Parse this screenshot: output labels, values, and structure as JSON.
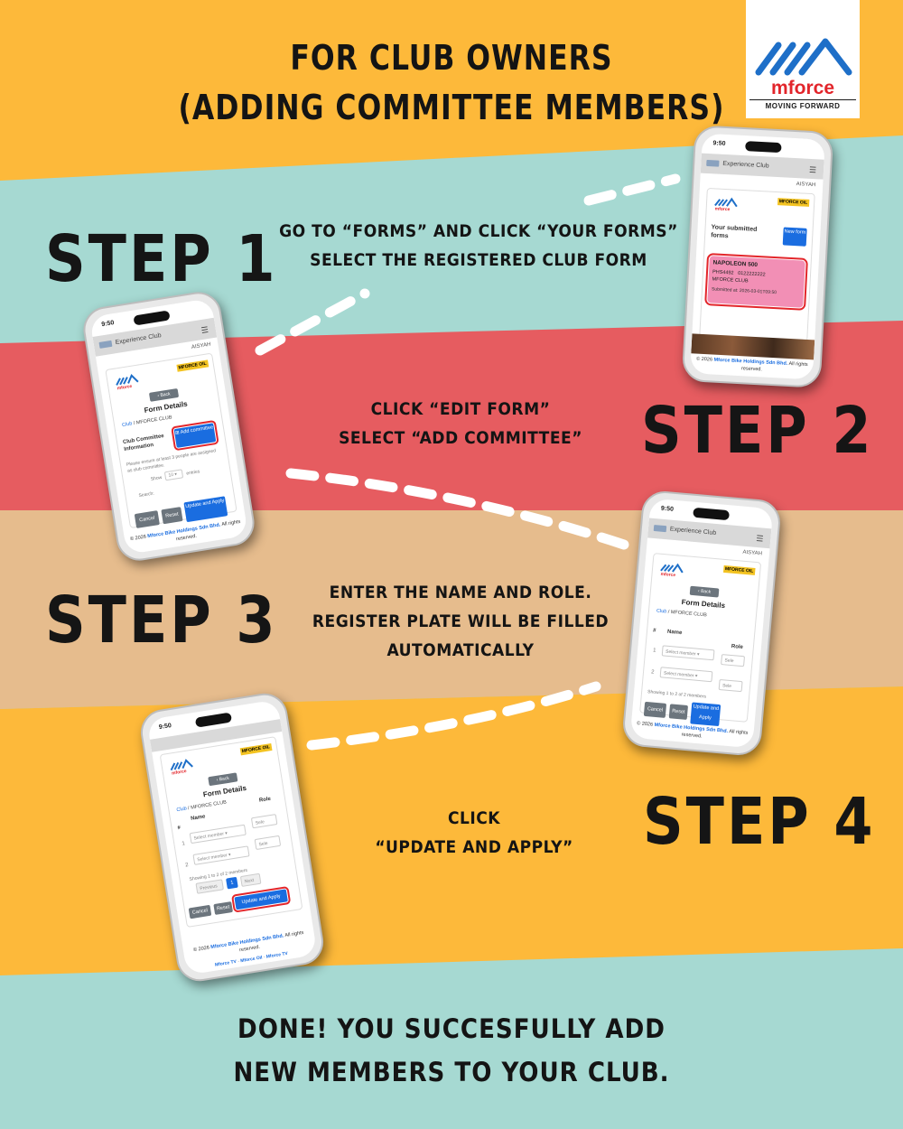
{
  "title": {
    "line1": "FOR CLUB OWNERS",
    "line2": "(ADDING COMMITTEE MEMBERS)"
  },
  "logo": {
    "brand": "mforce",
    "tagline": "MOVING FORWARD"
  },
  "steps": [
    {
      "label": "STEP 1",
      "instruction_line1": "GO TO “FORMS” AND CLICK “YOUR FORMS”",
      "instruction_line2": "SELECT THE REGISTERED CLUB FORM",
      "instruction_line3": ""
    },
    {
      "label": "STEP 2",
      "instruction_line1": "CLICK “EDIT FORM”",
      "instruction_line2": "SELECT “ADD COMMITTEE”",
      "instruction_line3": ""
    },
    {
      "label": "STEP 3",
      "instruction_line1": "ENTER THE NAME AND ROLE.",
      "instruction_line2": "REGISTER PLATE WILL BE FILLED",
      "instruction_line3": "AUTOMATICALLY"
    },
    {
      "label": "STEP 4",
      "instruction_line1": "CLICK",
      "instruction_line2": "“UPDATE AND APPLY”",
      "instruction_line3": ""
    }
  ],
  "done": {
    "line1": "DONE! YOU SUCCESFULLY ADD",
    "line2": "NEW MEMBERS TO YOUR CLUB."
  },
  "phone_common": {
    "time": "9:50",
    "nav_title": "Experience Club",
    "user": "AISYAH",
    "oil_logo": "MFORCE OIL",
    "back": "Back",
    "form_details": "Form Details",
    "crumb_link": "Club",
    "crumb_rest": " / MFORCE CLUB",
    "copyright_prefix": "© 2026 ",
    "copyright_company": "Mforce Bike Holdings Sdn Bhd.",
    "copyright_suffix": " All rights reserved."
  },
  "phone_forms": {
    "heading": "Your submitted forms",
    "new_form": "New form",
    "card_title": "NAPOLEON 500",
    "plate": "PHS4492",
    "phone": "0122222222",
    "club": "MFORCE CLUB",
    "submitted": "Submitted at: 2026-03-01T09:50"
  },
  "phone_committee": {
    "section_title": "Club Committee Information",
    "add_button": "Add committee",
    "note": "Please ensure at least 3 people are assigned as club committee.",
    "show": "Show",
    "entries_value": "10",
    "entries": "entries",
    "search": "Search:",
    "cancel": "Cancel",
    "reset": "Reset",
    "update": "Update and Apply"
  },
  "phone_members": {
    "col_hash": "#",
    "col_name": "Name",
    "col_role": "Role",
    "row1": "1",
    "row2": "2",
    "select_member": "Select member",
    "select_role": "Sele",
    "showing": "Showing 1 to 2 of 2 members",
    "previous": "Previous",
    "page": "1",
    "next": "Next",
    "cancel": "Cancel",
    "reset": "Reset",
    "update": "Update and Apply",
    "social1": "Mforce TV",
    "social2": "Mforce Oil",
    "social3": "Mforce TV"
  },
  "colors": {
    "yellow": "#FDB93A",
    "teal": "#A6D9D2",
    "red": "#E65C60",
    "tan": "#E6BC8D",
    "accent_red": "#E2252B",
    "accent_blue": "#1A6DE0"
  }
}
